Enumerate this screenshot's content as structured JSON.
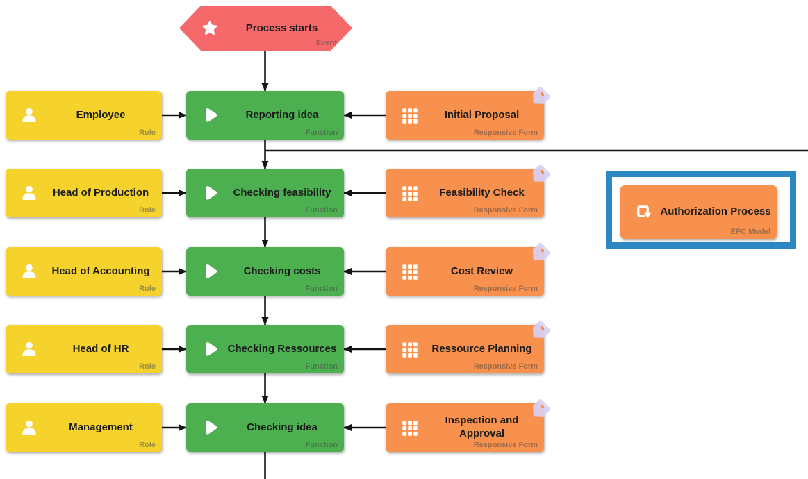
{
  "diagram": {
    "event": {
      "label": "Process starts",
      "type_label": "Event",
      "icon": "star-icon"
    },
    "type_labels": {
      "role": "Role",
      "function": "Function",
      "form": "Responsive Form",
      "model": "EPC Model"
    },
    "rows": [
      {
        "role": "Employee",
        "function": "Reporting idea",
        "form": "Initial Proposal"
      },
      {
        "role": "Head of Production",
        "function": "Checking feasibility",
        "form": "Feasibility Check"
      },
      {
        "role": "Head of Accounting",
        "function": "Checking costs",
        "form": "Cost Review"
      },
      {
        "role": "Head of HR",
        "function": "Checking Ressources",
        "form": "Ressource Planning"
      },
      {
        "role": "Management",
        "function": "Checking idea",
        "form": "Inspection and Approval"
      }
    ],
    "linked_model": {
      "label": "Authorization Process",
      "selected": true
    },
    "icons": {
      "event": "star-icon",
      "role": "person-icon",
      "function": "play-icon",
      "form": "grid-icon",
      "model": "subprocess-icon",
      "form_badge": "tag-icon"
    },
    "colors": {
      "event": "#F5696B",
      "role": "#F5D22C",
      "function": "#4CAF50",
      "form": "#F7914D",
      "model": "#F7914D",
      "selection": "#2D87C3",
      "tag": "#D8D0F3",
      "connector": "#141414",
      "label_text": "#1B1B1B",
      "type_label_text": "rgba(70,70,70,0.5)"
    }
  }
}
